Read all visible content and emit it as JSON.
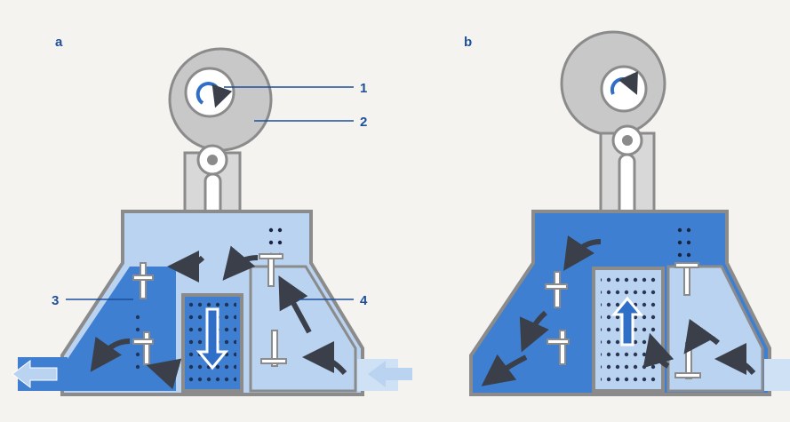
{
  "panels": [
    {
      "id": "a",
      "letter": "a"
    },
    {
      "id": "b",
      "letter": "b"
    }
  ],
  "callouts": [
    "1",
    "2",
    "3",
    "4"
  ],
  "colors": {
    "background": "#f4f3ef",
    "body_wall": "#8b8b8b",
    "dark_fluid": "#3f7fd1",
    "light_fluid": "#b9d3f0",
    "cam_gray": "#c8c8c8",
    "arrow_dark": "#3a3f4a",
    "arrow_blue": "#2f6fc8",
    "label_blue": "#1d4f9a"
  },
  "icons": [
    "cam-rotation-arrow-icon",
    "flow-arrow-icon",
    "inlet-arrow-icon",
    "outlet-arrow-icon"
  ]
}
